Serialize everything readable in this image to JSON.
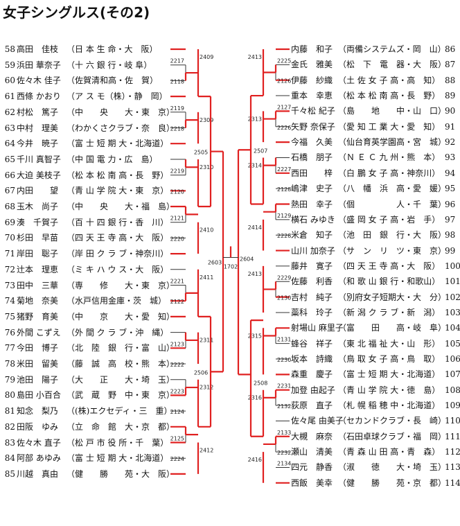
{
  "title": "女子シングルス(その2)",
  "accent_color": "#e02020",
  "line_color": "#333333",
  "left_players": [
    {
      "num": "58",
      "name": "高田　佳枝",
      "club": "（日 本 生 命・大　阪）"
    },
    {
      "num": "59",
      "name": "浜田 華奈子",
      "club": "（十 六 銀 行・岐 阜）"
    },
    {
      "num": "60",
      "name": "佐々木 佳子",
      "club": "（佐賀清和高・佐　賀）"
    },
    {
      "num": "61",
      "name": "西條 かおり",
      "club": "（ア ス モ（株）・静　岡）"
    },
    {
      "num": "62",
      "name": "村松　篤子",
      "club": "（中　　央　　大・東　京）"
    },
    {
      "num": "63",
      "name": "中村　理美",
      "club": "（わかくさクラブ・奈　良）"
    },
    {
      "num": "64",
      "name": "今井　暁子",
      "club": "（富 士 短 期 大・北海道）"
    },
    {
      "num": "65",
      "name": "千川 真智子",
      "club": "（中 国 電 力・広　島）"
    },
    {
      "num": "66",
      "name": "大迫 美枝子",
      "club": "（松 本 松 南 高・長　野）"
    },
    {
      "num": "67",
      "name": "内田　　望",
      "club": "（青 山 学 院 大・東　京）"
    },
    {
      "num": "68",
      "name": "玉木　尚子",
      "club": "（中　　央　　大・福　島）"
    },
    {
      "num": "69",
      "name": "湊　千賀子",
      "club": "（百 十 四 銀 行・香　川）"
    },
    {
      "num": "70",
      "name": "杉田　早苗",
      "club": "（四 天 王 寺 高・大　阪）"
    },
    {
      "num": "71",
      "name": "岸田　聡子",
      "club": "（岸 田 ク ラ ブ・神奈川）"
    },
    {
      "num": "72",
      "name": "辻本　理恵",
      "club": "（ミ キ ハ ウ ス・大　阪）"
    },
    {
      "num": "73",
      "name": "田中　三華",
      "club": "（専　　修　　大・東　京）"
    },
    {
      "num": "74",
      "name": "菊地　奈美",
      "club": "（水戸信用金庫・茨　城）"
    },
    {
      "num": "75",
      "name": "猪野　育美",
      "club": "（中　　京　　大・愛　知）"
    },
    {
      "num": "76",
      "name": "外間 こずえ",
      "club": "（外 間 ク ラ ブ・沖　縄）"
    },
    {
      "num": "77",
      "name": "今田　博子",
      "club": "（北　陸　銀　行・富　山）"
    },
    {
      "num": "78",
      "name": "米田　留美",
      "club": "（藤　誠　高　校・熊　本）"
    },
    {
      "num": "79",
      "name": "池田　陽子",
      "club": "（大　　正　　大・埼　玉）"
    },
    {
      "num": "80",
      "name": "島田 小百合",
      "club": "（武　蔵　野　中・東　京）"
    },
    {
      "num": "81",
      "name": "知念　梨乃",
      "club": "（(株)エクセディ・三　重）"
    },
    {
      "num": "82",
      "name": "田阪　ゆみ",
      "club": "（立　命　館　大・京　都）"
    },
    {
      "num": "83",
      "name": "佐々木 直子",
      "club": "（松 戸 市 役 所・千　葉）"
    },
    {
      "num": "84",
      "name": "阿部 あゆみ",
      "club": "（富 士 短 期 大・北海道）"
    },
    {
      "num": "85",
      "name": "川越　真由",
      "club": "（健　　勝　　苑・大　阪）"
    }
  ],
  "right_players": [
    {
      "num": "86",
      "name": "内藤　和子",
      "club": "（両備システムズ・岡　山）"
    },
    {
      "num": "87",
      "name": "金氏　雅美",
      "club": "（松　下　電　器・大　阪）"
    },
    {
      "num": "88",
      "name": "伊藤　紗織",
      "club": "（土 佐 女 子 高・高　知）"
    },
    {
      "num": "89",
      "name": "重本　幸恵",
      "club": "（松 本 松 南 高・長　野）"
    },
    {
      "num": "90",
      "name": "千々松 紀子",
      "club": "（島　　地　　中・山　口）"
    },
    {
      "num": "91",
      "name": "矢野 奈保子",
      "club": "（愛 知 工 業 大・愛　知）"
    },
    {
      "num": "92",
      "name": "今福　久美",
      "club": "（仙台育英学園高・宮　城）"
    },
    {
      "num": "93",
      "name": "石橋　朋子",
      "club": "（Ｎ Ｅ Ｃ 九 州・熊　本）"
    },
    {
      "num": "94",
      "name": "西田　　梓",
      "club": "（白 鵬 女 子 高・神奈川）"
    },
    {
      "num": "95",
      "name": "嶋津　史子",
      "club": "（八　幡　浜　高・愛　媛）"
    },
    {
      "num": "96",
      "name": "熱田　幸子",
      "club": "（個　　　　　人・千　葉）"
    },
    {
      "num": "97",
      "name": "横石 みゆき",
      "club": "（盛 岡 女 子 高・岩　手）"
    },
    {
      "num": "98",
      "name": "米倉　知子",
      "club": "（池　田　銀　行・大　阪）"
    },
    {
      "num": "99",
      "name": "山川 加奈子",
      "club": "（サ　ン　リ　ツ・東　京）"
    },
    {
      "num": "100",
      "name": "藤井　寛子",
      "club": "（四 天 王 寺 高・大　阪）"
    },
    {
      "num": "101",
      "name": "佐藤　利香",
      "club": "（和 歌 山 銀 行・和歌山）"
    },
    {
      "num": "102",
      "name": "吉村　純子",
      "club": "（別府女子短期大・大　分）"
    },
    {
      "num": "103",
      "name": "蘂科　玲子",
      "club": "（新 潟 ク ラ ブ・新　潟）"
    },
    {
      "num": "104",
      "name": "射場山 麻里子",
      "club": "（富　　田　　高・岐　阜）"
    },
    {
      "num": "105",
      "name": "蜂谷　祥子",
      "club": "（東 北 福 祉 大・山　形）"
    },
    {
      "num": "106",
      "name": "坂本　詩織",
      "club": "（鳥 取 女 子 高・鳥　取）"
    },
    {
      "num": "107",
      "name": "森重　慶子",
      "club": "（富 士 短 期 大・北海道）"
    },
    {
      "num": "108",
      "name": "加登 由起子",
      "club": "（青 山 学 院 大・徳　島）"
    },
    {
      "num": "109",
      "name": "荻原　直子",
      "club": "（札 幌 稲 穂 中・北海道）"
    },
    {
      "num": "110",
      "name": "佐々尾 由美子",
      "club": "（セカンドクラブ・長　崎）"
    },
    {
      "num": "111",
      "name": "大槻　麻奈",
      "club": "（石田卓球クラブ・福　岡）"
    },
    {
      "num": "112",
      "name": "瀬山　清美",
      "club": "（青 森 山 田 高・青　森）"
    },
    {
      "num": "113",
      "name": "四元　静香",
      "club": "（淑　　徳　　大・埼　玉）"
    },
    {
      "num": "114",
      "name": "西飯　美幸",
      "club": "（健　　勝　　苑・京　都）"
    }
  ],
  "left_r1": [
    "2217",
    "2118",
    "2119",
    "2218",
    "2219",
    "2120",
    "2121",
    "2220",
    "2221",
    "2122",
    "2123",
    "2222",
    "2223",
    "2124",
    "2125",
    "2224"
  ],
  "left_r2": [
    "2409",
    "2309",
    "2310",
    "2410",
    "2411",
    "2311",
    "2312",
    "2412"
  ],
  "left_r3": [
    "2505",
    "2506"
  ],
  "left_r4": "2603",
  "final": "1702",
  "right_r4": "2604",
  "right_r3": [
    "2507",
    "2508"
  ],
  "right_r2": [
    "2413",
    "2313",
    "2314",
    "2414",
    "2413",
    "2315",
    "2316",
    "2416"
  ],
  "right_r1": [
    "2225",
    "2126",
    "2127",
    "2226",
    "2227",
    "2128",
    "2129",
    "2228",
    "2229",
    "2130",
    "2131",
    "2230",
    "2231",
    "2132",
    "2133",
    "2232",
    "2134"
  ]
}
